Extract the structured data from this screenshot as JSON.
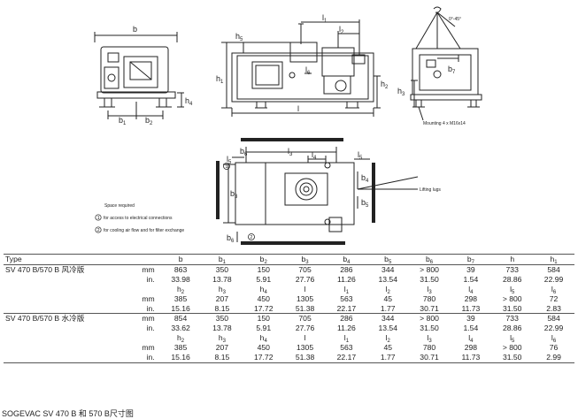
{
  "drawing": {
    "front": {
      "b": "b",
      "b1": "b",
      "b1s": "1",
      "b2": "b",
      "b2s": "2",
      "h4": "h",
      "h4s": "4"
    },
    "side": {
      "h5": "h",
      "h5s": "5",
      "l1": "l",
      "l1s": "1",
      "l2": "l",
      "l2s": "2",
      "l6": "l",
      "l6s": "6",
      "h1": "h",
      "h1s": "1",
      "h2": "h",
      "h2s": "2",
      "l": "l"
    },
    "end": {
      "angle": "0°-45°",
      "b7": "b",
      "b7s": "7",
      "h3": "h",
      "h3s": "3",
      "mounting": "Mounting 4 x M16x14"
    },
    "top": {
      "l3": "l",
      "l3s": "3",
      "b6": "b",
      "b6s": "6",
      "l5": "l",
      "l5s": "5",
      "l4": "l",
      "l4s": "4",
      "b3": "b",
      "b3s": "3",
      "b4": "b",
      "b4s": "4",
      "b5": "b",
      "b5s": "5",
      "b6b": "b",
      "b6bs": "6",
      "l5b": "l",
      "l5bs": "5",
      "one": "1",
      "two": "2",
      "lifting": "Lifting lugs"
    },
    "legend": {
      "title": "Space required",
      "n1": "1",
      "t1": "for access to electrical connections",
      "n2": "2",
      "t2": "for cooling air flow and for filter exchange"
    }
  },
  "table": {
    "header": {
      "type": "Type",
      "cols": [
        [
          "b",
          ""
        ],
        [
          "b",
          "1"
        ],
        [
          "b",
          "2"
        ],
        [
          "b",
          "3"
        ],
        [
          "b",
          "4"
        ],
        [
          "b",
          "5"
        ],
        [
          "b",
          "6"
        ],
        [
          "b",
          "7"
        ],
        [
          "h",
          ""
        ],
        [
          "h",
          "1"
        ]
      ]
    },
    "sections": [
      {
        "name": "SV 470 B/570 B  风冷版",
        "rows": [
          {
            "unit": "mm",
            "values": [
              "863",
              "350",
              "150",
              "705",
              "286",
              "344",
              "> 800",
              "39",
              "733",
              "584"
            ]
          },
          {
            "unit": "in.",
            "values": [
              "33.98",
              "13.78",
              "5.91",
              "27.76",
              "11.26",
              "13.54",
              "31.50",
              "1.54",
              "28.86",
              "22.99"
            ]
          },
          {
            "unit": "",
            "header": [
              [
                "h",
                "2"
              ],
              [
                "h",
                "3"
              ],
              [
                "h",
                "4"
              ],
              [
                "l",
                ""
              ],
              [
                "l",
                "1"
              ],
              [
                "l",
                "2"
              ],
              [
                "l",
                "3"
              ],
              [
                "l",
                "4"
              ],
              [
                "l",
                "5"
              ],
              [
                "l",
                "6"
              ]
            ]
          },
          {
            "unit": "mm",
            "values": [
              "385",
              "207",
              "450",
              "1305",
              "563",
              "45",
              "780",
              "298",
              "> 800",
              "72"
            ]
          },
          {
            "unit": "in.",
            "values": [
              "15.16",
              "8.15",
              "17.72",
              "51.38",
              "22.17",
              "1.77",
              "30.71",
              "11.73",
              "31.50",
              "2.83"
            ]
          }
        ]
      },
      {
        "name": "SV 470 B/570 B 水冷版",
        "rows": [
          {
            "unit": "mm",
            "values": [
              "854",
              "350",
              "150",
              "705",
              "286",
              "344",
              "> 800",
              "39",
              "733",
              "584"
            ]
          },
          {
            "unit": "in.",
            "values": [
              "33.62",
              "13.78",
              "5.91",
              "27.76",
              "11.26",
              "13.54",
              "31.50",
              "1.54",
              "28.86",
              "22.99"
            ]
          },
          {
            "unit": "",
            "header": [
              [
                "h",
                "2"
              ],
              [
                "h",
                "3"
              ],
              [
                "h",
                "4"
              ],
              [
                "l",
                ""
              ],
              [
                "l",
                "1"
              ],
              [
                "l",
                "2"
              ],
              [
                "l",
                "3"
              ],
              [
                "l",
                "4"
              ],
              [
                "l",
                "5"
              ],
              [
                "l",
                "6"
              ]
            ]
          },
          {
            "unit": "mm",
            "values": [
              "385",
              "207",
              "450",
              "1305",
              "563",
              "45",
              "780",
              "298",
              "> 800",
              "76"
            ]
          },
          {
            "unit": "in.",
            "values": [
              "15.16",
              "8.15",
              "17.72",
              "51.38",
              "22.17",
              "1.77",
              "30.71",
              "11.73",
              "31.50",
              "2.99"
            ]
          }
        ]
      }
    ]
  },
  "caption": "SOGEVAC SV 470 B 和 570 B尺寸图"
}
